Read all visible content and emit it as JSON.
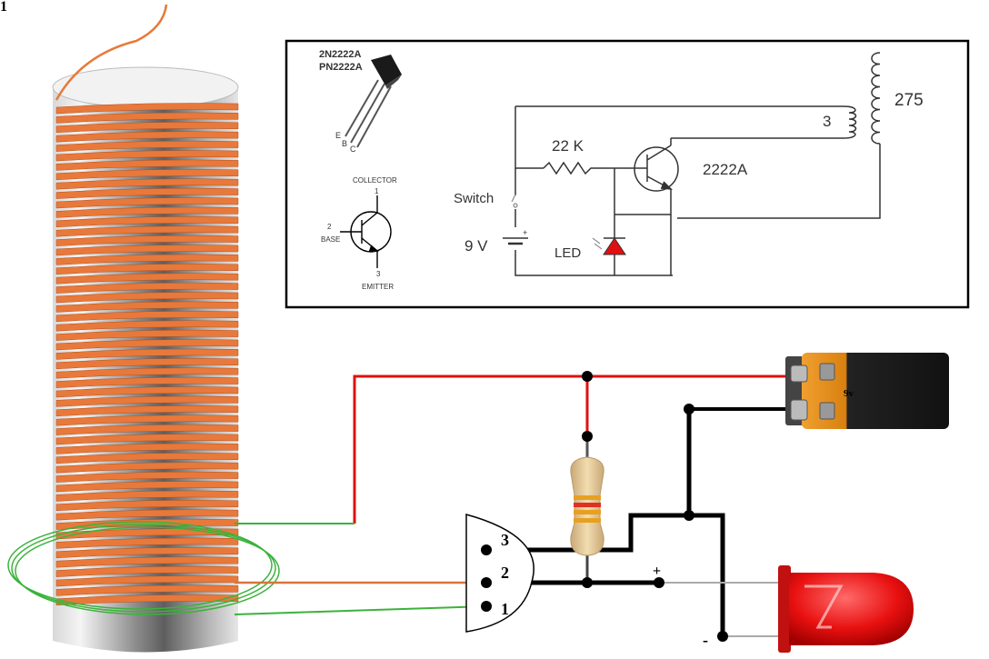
{
  "corner_label": "1",
  "schematic": {
    "part_numbers": [
      "2N2222A",
      "PN2222A"
    ],
    "package_pins": [
      "E",
      "B",
      "C"
    ],
    "symbol": {
      "collector": "COLLECTOR",
      "collector_pin": "1",
      "base_pin": "2",
      "base": "BASE",
      "emitter_pin": "3",
      "emitter": "EMITTER"
    },
    "resistor": "22 K",
    "transistor": "2222A",
    "switch": "Switch",
    "battery": "9 V",
    "battery_plus": "+",
    "led": "LED",
    "primary_turns": "3",
    "secondary_turns": "275"
  },
  "breadboard": {
    "pins": [
      "3",
      "2",
      "1"
    ],
    "led_plus": "+",
    "led_minus": "-",
    "battery_label": "9v"
  },
  "colors": {
    "copper": "#e8793a",
    "copper_dark": "#b35020",
    "red_wire": "#e01010",
    "green_wire": "#3bb33b",
    "orange_wire": "#d9743a",
    "black_wire": "#000000",
    "led_red": "#e81010"
  }
}
